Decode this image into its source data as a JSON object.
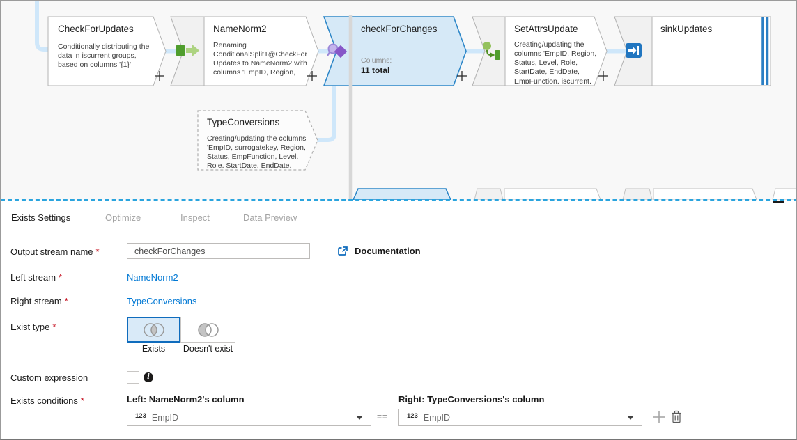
{
  "colors": {
    "accent": "#0078d4",
    "selection_border": "#2e87c8",
    "selection_fill": "#d6e9f7",
    "edge_blue": "#cfe7fa",
    "divider_blue": "#2aa4de",
    "required_red": "#c50f1f"
  },
  "canvas": {
    "nodes": {
      "check_for_updates": {
        "title": "CheckForUpdates",
        "description": "Conditionally distributing the data in iscurrent groups, based on columns '{1}'",
        "icon": "conditional-split-icon"
      },
      "name_norm2": {
        "title": "NameNorm2",
        "description": "Renaming ConditionalSplit1@CheckForUpdates to NameNorm2 with columns 'EmpID, Region,",
        "icon": "conditional-split-icon"
      },
      "check_for_changes": {
        "title": "checkForChanges",
        "columns_label": "Columns:",
        "columns_value": "11 total",
        "icon": "exists-icon",
        "selected": true
      },
      "set_attrs_update": {
        "title": "SetAttrsUpdate",
        "description": "Creating/updating the columns 'EmpID, Region, Status, Level, Role, StartDate, EndDate, EmpFunction, iscurrent,",
        "icon": "derived-column-icon"
      },
      "sink_updates": {
        "title": "sinkUpdates",
        "icon": "sink-icon"
      },
      "type_conversions": {
        "title": "TypeConversions",
        "description": "Creating/updating the columns 'EmpID, surrogatekey, Region, Status, EmpFunction, Level, Role, StartDate, EndDate,",
        "icon": "derived-column-icon"
      }
    }
  },
  "panel": {
    "tabs": [
      {
        "label": "Exists Settings",
        "active": true
      },
      {
        "label": "Optimize",
        "active": false
      },
      {
        "label": "Inspect",
        "active": false
      },
      {
        "label": "Data Preview",
        "active": false
      }
    ],
    "required_marker": "*",
    "output_stream": {
      "label": "Output stream name",
      "value": "checkForChanges"
    },
    "documentation": {
      "label": "Documentation"
    },
    "left_stream": {
      "label": "Left stream",
      "value": "NameNorm2"
    },
    "right_stream": {
      "label": "Right stream",
      "value": "TypeConversions"
    },
    "exist_type": {
      "label": "Exist type",
      "options": [
        "Exists",
        "Doesn't exist"
      ],
      "selected": "Exists"
    },
    "custom_expression": {
      "label": "Custom expression",
      "checked": false
    },
    "exists_conditions": {
      "label": "Exists conditions",
      "left_header": "Left: NameNorm2's column",
      "right_header": "Right: TypeConversions's column",
      "type_badge": "123",
      "left_value": "EmpID",
      "operator": "==",
      "right_value": "EmpID"
    }
  }
}
